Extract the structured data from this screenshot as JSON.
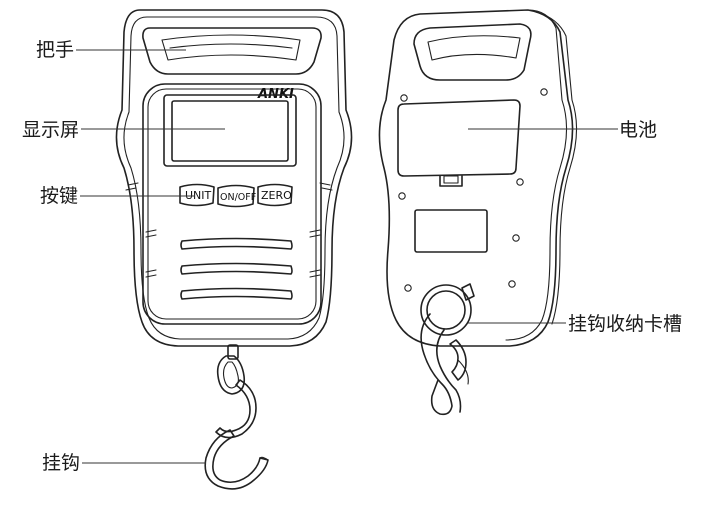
{
  "diagram": {
    "front_device": {
      "brand_logo": "ANKI",
      "buttons": [
        "UNIT",
        "ON/OFF",
        "ZERO"
      ]
    },
    "labels": {
      "handle": "把手",
      "display": "显示屏",
      "buttons": "按键",
      "hook": "挂钩",
      "battery": "电池",
      "hook_slot": "挂钩收纳卡槽"
    }
  }
}
